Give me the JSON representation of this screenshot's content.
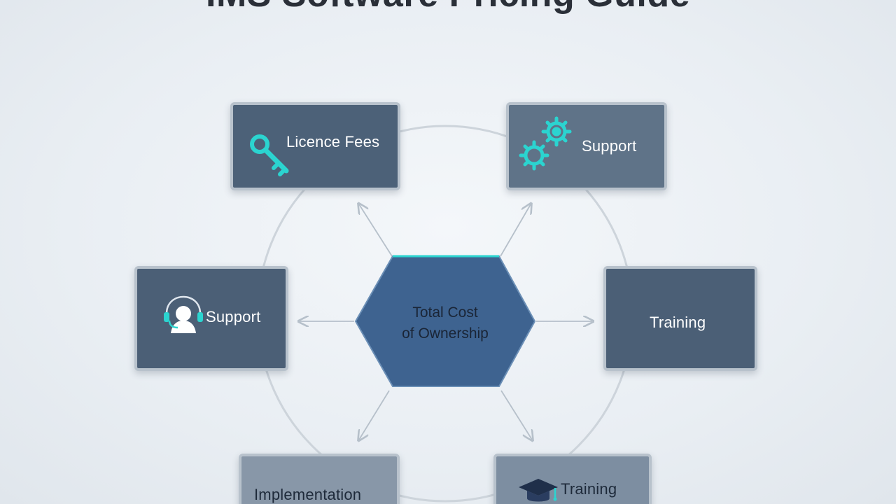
{
  "title": "IMS Software Pricing Guide",
  "center": {
    "line1": "Total Cost",
    "line2": "of Ownership"
  },
  "nodes": {
    "licence_fees": {
      "label": "Licence Fees",
      "icon": "key-icon"
    },
    "support_top_right": {
      "label": "Support",
      "icon": "gears-icon"
    },
    "support_left": {
      "label": "Support",
      "icon": "headset-icon"
    },
    "training_right": {
      "label": "Training"
    },
    "implementation": {
      "label": "Implementation"
    },
    "training_bottom": {
      "label": "Training",
      "icon": "graduation-cap-icon"
    }
  },
  "colors": {
    "accent": "#2bd4d0",
    "node_dark": "#4b5f76",
    "center_fill": "#3e6390",
    "connector": "#c4ccd4"
  }
}
